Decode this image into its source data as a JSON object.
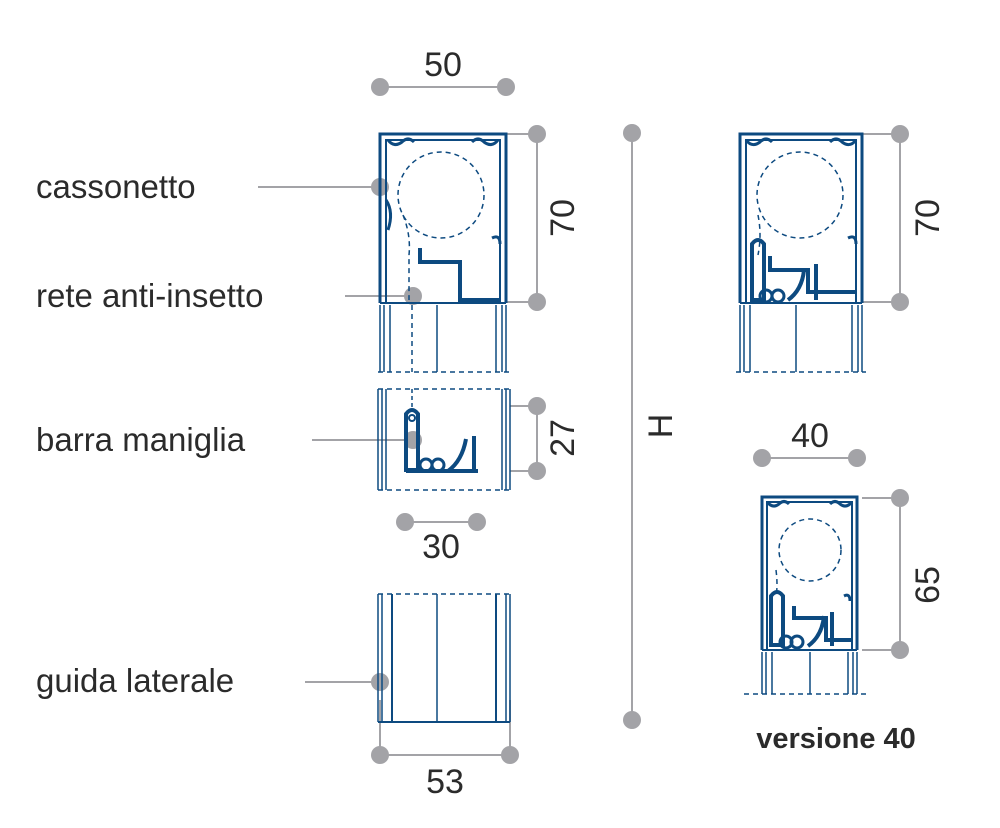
{
  "labels": {
    "cassonetto": "cassonetto",
    "rete": "rete anti-insetto",
    "barra": "barra maniglia",
    "guida": "guida laterale"
  },
  "dimensions": {
    "top_width": "50",
    "box_height": "70",
    "handle_height": "27",
    "handle_width": "30",
    "guide_width": "53",
    "total_height": "H",
    "v40_box_height": "70",
    "v40_width": "40",
    "v40_height": "65"
  },
  "caption": "versione 40",
  "colors": {
    "profile": "#0d4a80",
    "dimension": "#a3a3a7",
    "text": "#2b2b2b"
  }
}
